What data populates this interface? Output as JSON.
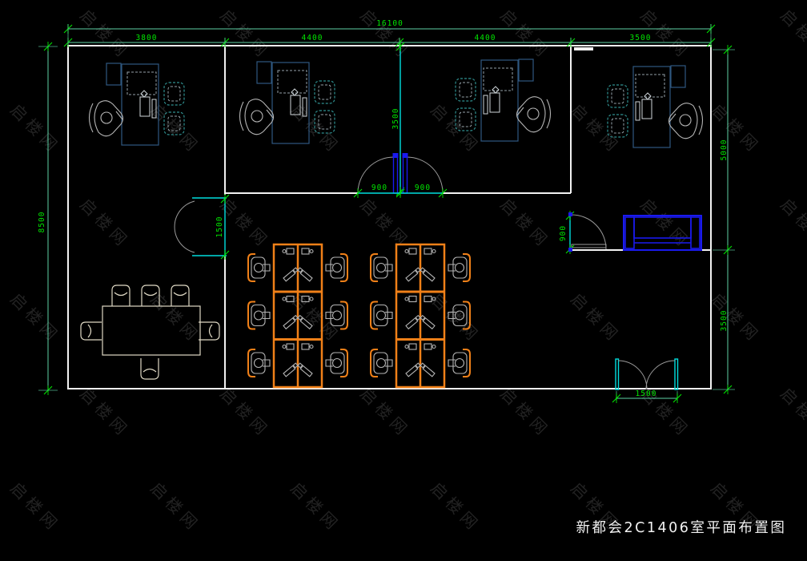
{
  "title": {
    "text": "新都会2C1406室平面布置图"
  },
  "watermark": {
    "text": "启楼网"
  },
  "dimensions": {
    "overall_width": "16100",
    "top_segments": [
      "3800",
      "4400",
      "4400",
      "3500"
    ],
    "left_height": "8500",
    "right_upper_height": "5000",
    "right_lower_height": "3500",
    "office_depth": "3500",
    "entrance_leaf_left": "900",
    "entrance_leaf_right": "900",
    "meeting_room_door": "1500",
    "lounge_door": "900",
    "exit_door": "1500"
  },
  "colors": {
    "background": "#000000",
    "wall": "#f2f2f2",
    "dimension_line": "#5ed0a5",
    "dimension_text": "#00e600",
    "door_frame": "#00dede",
    "door_leaf": "#1a1aee",
    "sofa": "#1a1aee",
    "executive_desk": "#2f5880",
    "guest_chair": "#2f8f8f",
    "workstation": "#f08018",
    "furniture_grey": "#b4b4b4",
    "conference_furniture": "#ded8c4",
    "watermark": "#3f3f3f",
    "title_text": "#f2f2f2"
  }
}
